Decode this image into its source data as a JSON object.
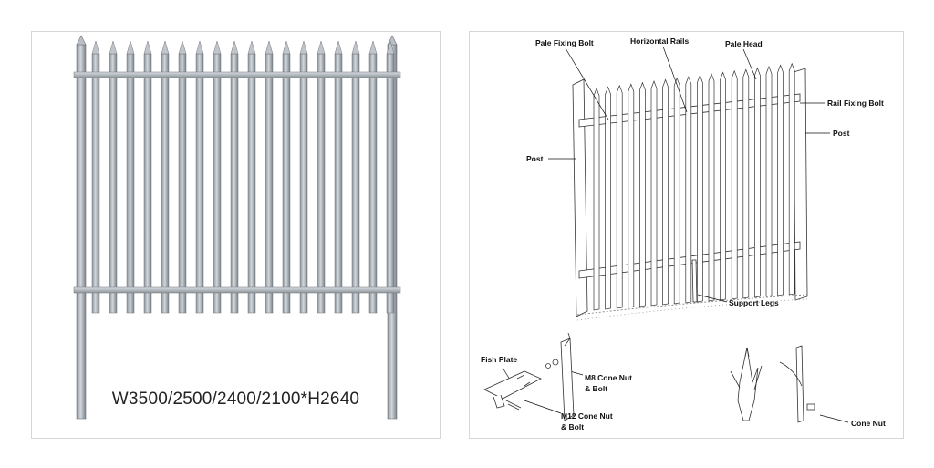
{
  "product_photo": {
    "dimensions_text": "W3500/2500/2400/2100*H2640"
  },
  "diagram": {
    "labels": {
      "pale_fixing_bolt": "Pale Fixing Bolt",
      "horizontal_rails": "Horizontal Rails",
      "pale_head": "Pale Head",
      "rail_fixing_bolt": "Rail Fixing Bolt",
      "post_right": "Post",
      "post_left": "Post",
      "support_legs": "Support Legs",
      "fish_plate": "Fish Plate",
      "m8_cone_nut_line1": "M8 Cone Nut",
      "m8_cone_nut_line2": "& Bolt",
      "m12_cone_nut_line1": "M12 Cone Nut",
      "m12_cone_nut_line2": "& Bolt",
      "cone_nut": "Cone Nut"
    }
  },
  "colors": {
    "steel_light": "#c9ced3",
    "steel_dark": "#7d858c",
    "line_art": "#333333"
  }
}
